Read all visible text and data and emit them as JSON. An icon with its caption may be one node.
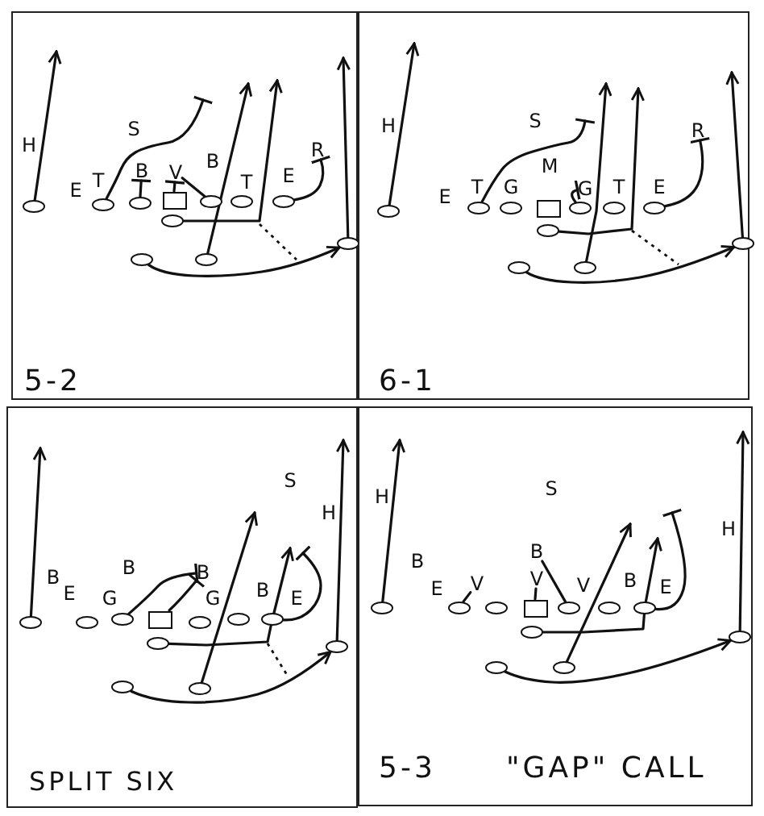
{
  "diagram": {
    "nodes": [
      {
        "text": [
          "5-2"
        ]
      },
      {
        "text": [],
        "shape": "circle",
        "in": 0
      },
      {
        "text": [],
        "shape": "circle",
        "in": 0
      },
      {
        "text": [],
        "shape": "circle",
        "in": 0
      },
      {
        "text": [],
        "shape": "box",
        "in": 0
      },
      {
        "text": [],
        "shape": "circle",
        "in": 0
      },
      {
        "text": [],
        "shape": "circle",
        "in": 0
      },
      {
        "text": [],
        "shape": "circle",
        "in": 0
      },
      {
        "text": [],
        "shape": "circle",
        "in": 0
      },
      {
        "text": [],
        "shape": "circle",
        "in": 0
      },
      {
        "text": [],
        "shape": "circle",
        "in": 0
      },
      {
        "text": [],
        "shape": "circle",
        "in": 0
      },
      {
        "text": [
          "B"
        ],
        "in": 0
      },
      {
        "text": [
          "V"
        ],
        "in": 0
      },
      {
        "text": [
          "R"
        ],
        "in": 0
      },
      {
        "text": [
          "6-1"
        ]
      },
      {
        "text": [],
        "shape": "circle",
        "in": 15
      },
      {
        "text": [],
        "shape": "circle",
        "in": 15
      },
      {
        "text": [],
        "shape": "circle",
        "in": 15
      },
      {
        "text": [],
        "shape": "box",
        "in": 15
      },
      {
        "text": [],
        "shape": "circle",
        "in": 15
      },
      {
        "text": [],
        "shape": "circle",
        "in": 15
      },
      {
        "text": [],
        "shape": "circle",
        "in": 15
      },
      {
        "text": [],
        "shape": "circle",
        "in": 15
      },
      {
        "text": [],
        "shape": "circle",
        "in": 15
      },
      {
        "text": [],
        "shape": "circle",
        "in": 15
      },
      {
        "text": [],
        "shape": "circle",
        "in": 15
      },
      {
        "text": [
          "G"
        ],
        "in": 15
      },
      {
        "text": [
          "R"
        ],
        "in": 15
      },
      {
        "text": [
          "SPLIT SIX"
        ]
      },
      {
        "text": [],
        "shape": "circle",
        "in": 29
      },
      {
        "text": [],
        "shape": "circle",
        "in": 29
      },
      {
        "text": [],
        "shape": "circle",
        "in": 29
      },
      {
        "text": [],
        "shape": "box",
        "in": 29
      },
      {
        "text": [],
        "shape": "circle",
        "in": 29
      },
      {
        "text": [],
        "shape": "circle",
        "in": 29
      },
      {
        "text": [],
        "shape": "circle",
        "in": 29
      },
      {
        "text": [],
        "shape": "circle",
        "in": 29
      },
      {
        "text": [],
        "shape": "circle",
        "in": 29
      },
      {
        "text": [],
        "shape": "circle",
        "in": 29
      },
      {
        "text": [],
        "shape": "circle",
        "in": 29
      },
      {
        "text": [
          "B"
        ],
        "in": 29
      },
      {
        "text": [
          "5-3",
          "\"GAP\" CALL"
        ]
      },
      {
        "text": [],
        "shape": "circle",
        "in": 42
      },
      {
        "text": [],
        "shape": "circle",
        "in": 42
      },
      {
        "text": [],
        "shape": "circle",
        "in": 42
      },
      {
        "text": [],
        "shape": "box",
        "in": 42
      },
      {
        "text": [],
        "shape": "circle",
        "in": 42
      },
      {
        "text": [],
        "shape": "circle",
        "in": 42
      },
      {
        "text": [],
        "shape": "circle",
        "in": 42
      },
      {
        "text": [],
        "shape": "circle",
        "in": 42
      },
      {
        "text": [],
        "shape": "circle",
        "in": 42
      },
      {
        "text": [],
        "shape": "circle",
        "in": 42
      },
      {
        "text": [],
        "shape": "circle",
        "in": 42
      },
      {
        "text": [
          "B"
        ],
        "in": 42
      },
      {
        "text": [
          "V"
        ],
        "in": 42
      },
      {
        "text": [
          "V"
        ],
        "in": 42
      },
      {
        "text": [
          "V"
        ],
        "in": 42
      }
    ],
    "edges": [
      {
        "from": 1,
        "to": null,
        "arrow": "to"
      },
      {
        "from": 8,
        "to": null,
        "arrow": "to"
      },
      {
        "from": 11,
        "to": null,
        "arrow": "to"
      },
      {
        "from": 9,
        "to": null,
        "arrow": "to"
      },
      {
        "from": 10,
        "to": 8,
        "arrow": "to"
      },
      {
        "from": 2,
        "to": null,
        "arrow": "other"
      },
      {
        "from": 3,
        "to": 12,
        "arrow": "other"
      },
      {
        "from": 4,
        "to": 13,
        "arrow": "other"
      },
      {
        "from": 5,
        "to": 13,
        "arrow": "none"
      },
      {
        "from": 7,
        "to": 14,
        "arrow": "other"
      },
      {
        "from": 16,
        "to": null,
        "arrow": "to"
      },
      {
        "from": 23,
        "to": null,
        "arrow": "to"
      },
      {
        "from": 26,
        "to": null,
        "arrow": "to"
      },
      {
        "from": 24,
        "to": null,
        "arrow": "to"
      },
      {
        "from": 25,
        "to": 23,
        "arrow": "to"
      },
      {
        "from": 17,
        "to": null,
        "arrow": "other"
      },
      {
        "from": 20,
        "to": 27,
        "arrow": "other"
      },
      {
        "from": 22,
        "to": 28,
        "arrow": "other"
      },
      {
        "from": 30,
        "to": null,
        "arrow": "to"
      },
      {
        "from": 37,
        "to": null,
        "arrow": "to"
      },
      {
        "from": 40,
        "to": null,
        "arrow": "to"
      },
      {
        "from": 38,
        "to": 36,
        "arrow": "none"
      },
      {
        "from": 36,
        "to": null,
        "arrow": "to"
      },
      {
        "from": 39,
        "to": 37,
        "arrow": "to"
      },
      {
        "from": 32,
        "to": 41,
        "arrow": "other"
      },
      {
        "from": 33,
        "to": 41,
        "arrow": "other"
      },
      {
        "from": 36,
        "to": null,
        "arrow": "other"
      },
      {
        "from": 43,
        "to": null,
        "arrow": "to"
      },
      {
        "from": 50,
        "to": null,
        "arrow": "to"
      },
      {
        "from": 53,
        "to": null,
        "arrow": "to"
      },
      {
        "from": 51,
        "to": 49,
        "arrow": "none"
      },
      {
        "from": 49,
        "to": null,
        "arrow": "to"
      },
      {
        "from": 52,
        "to": 50,
        "arrow": "to"
      },
      {
        "from": 49,
        "to": null,
        "arrow": "other"
      },
      {
        "from": 46,
        "to": 56,
        "arrow": "none"
      },
      {
        "from": 47,
        "to": 54,
        "arrow": "none"
      },
      {
        "from": 44,
        "to": 55,
        "arrow": "none"
      }
    ],
    "labels": [
      "H",
      "S",
      "E",
      "T",
      "B",
      "T",
      "E",
      "H",
      "S",
      "M",
      "E",
      "T",
      "G",
      "T",
      "E",
      "S",
      "H",
      "B",
      "E",
      "G",
      "B",
      "G",
      "B",
      "E",
      "H",
      "S",
      "H",
      "B",
      "E",
      "B",
      "E"
    ]
  }
}
